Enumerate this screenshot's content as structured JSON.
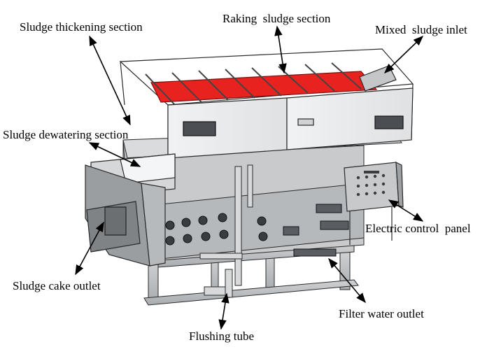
{
  "labels": {
    "raking": "Raking  sludge section",
    "thickening": "Sludge thickening section",
    "inlet": "Mixed  sludge inlet",
    "dewatering": "Sludge dewatering section",
    "panel": "Electric control  panel",
    "cake": "Sludge cake outlet",
    "filter": "Filter water outlet",
    "flushing": "Flushing tube"
  },
  "colors": {
    "line": "#2a2a2a",
    "frame": "#b9bbbd",
    "frame_dark": "#8e9194",
    "hood": "#e6e8ea",
    "belt": "#d8dadc",
    "rake_red": "#e8231f",
    "panel": "#c7c9cb",
    "arrow": "#000000"
  }
}
